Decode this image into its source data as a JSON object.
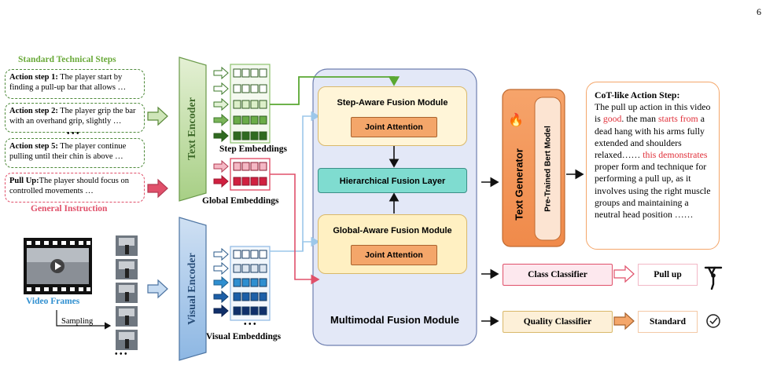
{
  "page_number": "6",
  "left": {
    "standard_steps_title": "Standard Technical Steps",
    "steps": [
      {
        "label": "Action step 1:",
        "text": "The player start by finding a pull-up bar  that allows …"
      },
      {
        "label": "Action step 2:",
        "text": "The player grip the bar with an overhand grip, slightly …"
      },
      {
        "label": "Action step 5:",
        "text": "The player continue pulling  until their chin is above …"
      }
    ],
    "ellipsis": "• • •",
    "general": {
      "label": "Pull Up:",
      "text": "The player should focus on controlled movements …"
    },
    "general_title": "General Instruction",
    "video_frames_label": "Video Frames",
    "sampling_label": "Sampling",
    "frames_ellipsis": "• • •"
  },
  "encoders": {
    "text": "Text Encoder",
    "visual": "Visual Encoder"
  },
  "embeddings": {
    "step": "Step  Embeddings",
    "global": "Global Embeddings",
    "visual": "Visual Embeddings",
    "visual_ellipsis": "• • •"
  },
  "fusion": {
    "step_aware": "Step-Aware Fusion Module",
    "joint_attention_1": "Joint Attention",
    "hierarchical": "Hierarchical Fusion Layer",
    "global_aware": "Global-Aware Fusion Module",
    "joint_attention_2": "Joint Attention",
    "container_label": "Multimodal Fusion Module"
  },
  "generator": {
    "title": "Text Generator",
    "bert": "Pre-Trained Bert Model"
  },
  "cot": {
    "title": "CoT-like Action Step:",
    "segments": [
      {
        "text": "The pull up action in this video is ",
        "red": false
      },
      {
        "text": "good",
        "red": true
      },
      {
        "text": ". the man ",
        "red": false
      },
      {
        "text": "starts from",
        "red": true
      },
      {
        "text": " a dead hang with his arms fully extended and shoulders relaxed…… ",
        "red": false
      },
      {
        "text": "this demonstrates",
        "red": true
      },
      {
        "text": " proper form and technique for performing a pull up, as it involves using the right muscle groups and maintaining a neutral head position ……",
        "red": false
      }
    ]
  },
  "classifiers": {
    "class": "Class Classifier",
    "class_result": "Pull up",
    "quality": "Quality Classifier",
    "quality_result": "Standard"
  },
  "colors": {
    "green": "#4e8a3a",
    "pink": "#e0506a",
    "blue": "#2f8fd0",
    "fusion_bg": "#e3e8f7",
    "orange": "#f4a66a"
  }
}
